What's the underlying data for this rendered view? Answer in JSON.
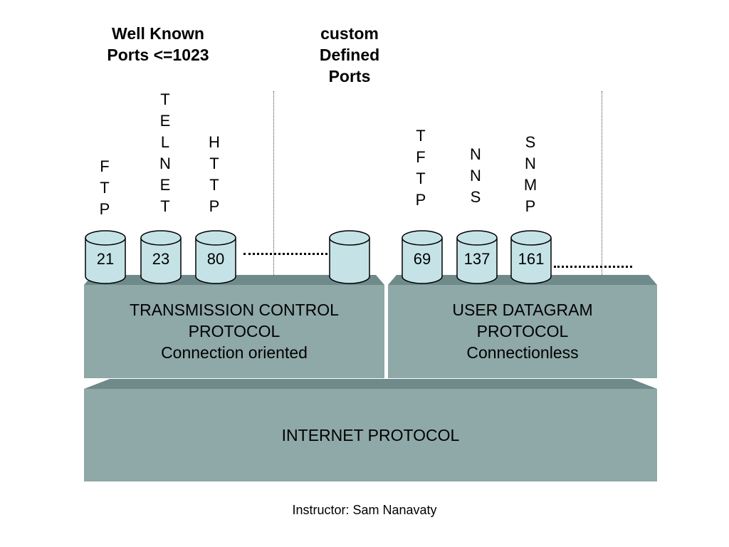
{
  "headings": {
    "well_known": [
      "Well Known",
      "Ports <=1023"
    ],
    "custom": [
      "custom",
      "Defined",
      "Ports"
    ]
  },
  "applications": {
    "ftp": [
      "F",
      "T",
      "P"
    ],
    "telnet": [
      "T",
      "E",
      "L",
      "N",
      "E",
      "T"
    ],
    "http": [
      "H",
      "T",
      "T",
      "P"
    ],
    "tftp": [
      "T",
      "F",
      "T",
      "P"
    ],
    "nns": [
      "N",
      "N",
      "S"
    ],
    "snmp": [
      "S",
      "N",
      "M",
      "P"
    ]
  },
  "ports": {
    "p21": "21",
    "p23": "23",
    "p80": "80",
    "custom": "",
    "p69": "69",
    "p137": "137",
    "p161": "161"
  },
  "layers": {
    "tcp": [
      "TRANSMISSION CONTROL",
      "PROTOCOL",
      "Connection oriented"
    ],
    "udp": [
      "USER DATAGRAM",
      "PROTOCOL",
      "Connectionless"
    ],
    "ip": "INTERNET PROTOCOL"
  },
  "footer": "Instructor: Sam Nanavaty",
  "colors": {
    "cylinder_fill": "#c5e3e6",
    "block_front": "#8fa8a8",
    "block_top": "#6f8a8a"
  }
}
